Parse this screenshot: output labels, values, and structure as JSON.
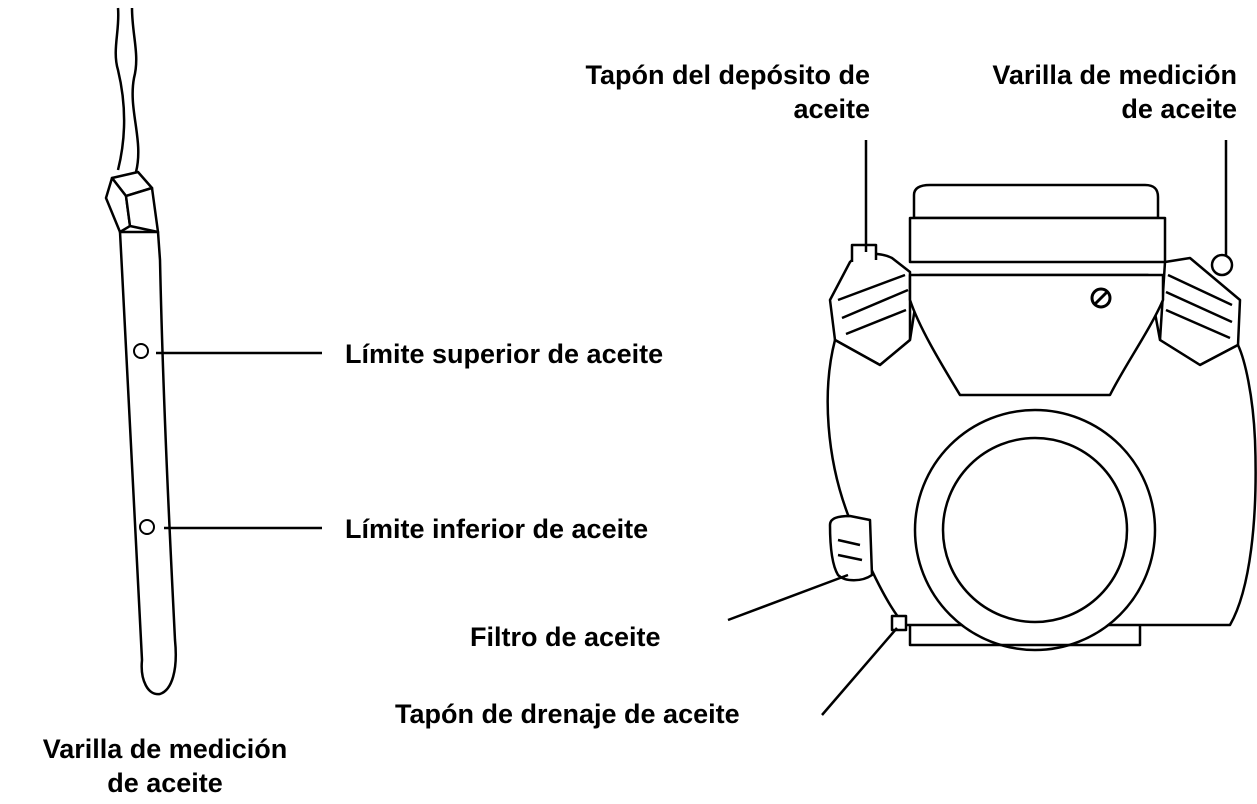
{
  "labels": {
    "tank_cap_line1": "Tapón del depósito de",
    "tank_cap_line2": "aceite",
    "dipstick_top_line1": "Varilla de medición",
    "dipstick_top_line2": "de aceite",
    "upper_limit": "Límite superior de aceite",
    "lower_limit": "Límite inferior de aceite",
    "oil_filter": "Filtro de aceite",
    "drain_plug": "Tapón de drenaje de aceite",
    "dipstick_bottom_line1": "Varilla de medición",
    "dipstick_bottom_line2": "de aceite"
  },
  "colors": {
    "line": "#000000",
    "fill": "#ffffff"
  }
}
